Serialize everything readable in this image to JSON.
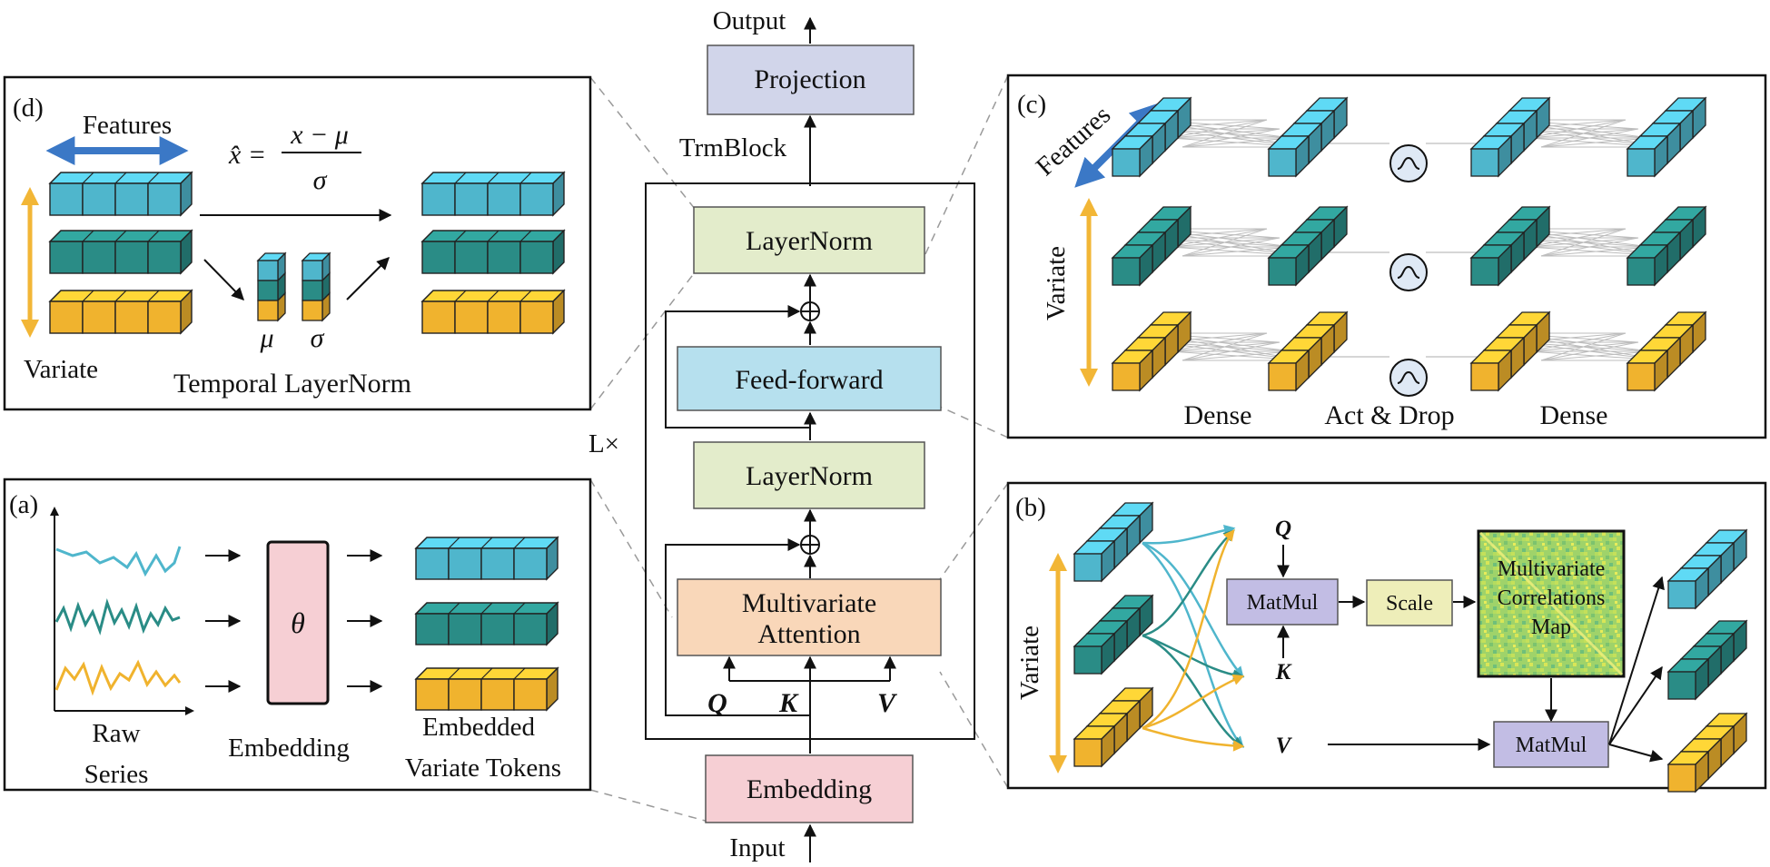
{
  "colors": {
    "cyan": "#4fb6cc",
    "teal": "#2a8c86",
    "amber": "#f0b32e",
    "projection": "#d1d5ea",
    "layernorm": "#e3eccb",
    "feedforward": "#b6e0ee",
    "attention": "#f9d7b9",
    "embedding": "#f6cfd4",
    "matmul": "#c2bde4",
    "scale": "#eeeeb9",
    "features_arrow": "#3b78c6",
    "variate_arrow": "#f2b636"
  },
  "main": {
    "output_label": "Output",
    "projection_label": "Projection",
    "trmblock_label": "TrmBlock",
    "layernorm_top_label": "LayerNorm",
    "feedforward_label": "Feed-forward",
    "layernorm_bottom_label": "LayerNorm",
    "attention_label_line1": "Multivariate",
    "attention_label_line2": "Attention",
    "repeat_label": "L×",
    "q_label": "Q",
    "k_label": "K",
    "v_label": "V",
    "embedding_label": "Embedding",
    "input_label": "Input",
    "plus_symbol": "⊕"
  },
  "panel_d": {
    "tag": "(d)",
    "features_label": "Features",
    "formula_lhs": "x̂ =",
    "formula_num": "x − μ",
    "formula_den": "σ",
    "mu_label": "μ",
    "sigma_label": "σ",
    "variate_label": "Variate",
    "caption": "Temporal LayerNorm"
  },
  "panel_c": {
    "tag": "(c)",
    "features_label": "Features",
    "variate_label": "Variate",
    "dense1_label": "Dense",
    "act_label": "Act & Drop",
    "dense2_label": "Dense"
  },
  "panel_a": {
    "tag": "(a)",
    "theta_label": "θ",
    "raw_series_line1": "Raw",
    "raw_series_line2": "Series",
    "embedding_label": "Embedding",
    "tokens_line1": "Embedded",
    "tokens_line2": "Variate Tokens"
  },
  "panel_b": {
    "tag": "(b)",
    "variate_label": "Variate",
    "q_label": "Q",
    "k_label": "K",
    "v_label": "V",
    "matmul1_label": "MatMul",
    "scale_label": "Scale",
    "map_line1": "Multivariate",
    "map_line2": "Correlations",
    "map_line3": "Map",
    "matmul2_label": "MatMul"
  }
}
